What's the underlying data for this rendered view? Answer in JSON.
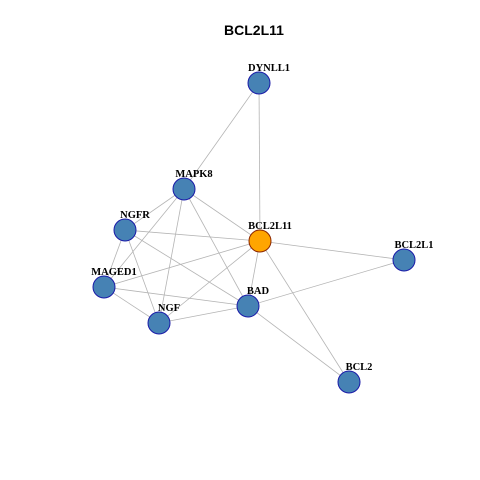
{
  "title": "BCL2L11",
  "colors": {
    "node_fill": "#4682b4",
    "node_stroke": "#1a1aa8",
    "center_fill": "#ffa500",
    "center_stroke": "#8b2500",
    "edge": "#b4b4b4"
  },
  "nodes": [
    {
      "id": "DYNLL1",
      "label": "DYNLL1",
      "center": false
    },
    {
      "id": "MAPK8",
      "label": "MAPK8",
      "center": false
    },
    {
      "id": "NGFR",
      "label": "NGFR",
      "center": false
    },
    {
      "id": "BCL2L11",
      "label": "BCL2L11",
      "center": true
    },
    {
      "id": "BCL2L1",
      "label": "BCL2L1",
      "center": false
    },
    {
      "id": "MAGED1",
      "label": "MAGED1",
      "center": false
    },
    {
      "id": "BAD",
      "label": "BAD",
      "center": false
    },
    {
      "id": "NGF",
      "label": "NGF",
      "center": false
    },
    {
      "id": "BCL2",
      "label": "BCL2",
      "center": false
    }
  ],
  "edges": [
    [
      "DYNLL1",
      "MAPK8"
    ],
    [
      "DYNLL1",
      "BCL2L11"
    ],
    [
      "MAPK8",
      "NGFR"
    ],
    [
      "MAPK8",
      "BCL2L11"
    ],
    [
      "MAPK8",
      "MAGED1"
    ],
    [
      "MAPK8",
      "BAD"
    ],
    [
      "MAPK8",
      "NGF"
    ],
    [
      "NGFR",
      "BCL2L11"
    ],
    [
      "NGFR",
      "MAGED1"
    ],
    [
      "NGFR",
      "BAD"
    ],
    [
      "NGFR",
      "NGF"
    ],
    [
      "BCL2L11",
      "BCL2L1"
    ],
    [
      "BCL2L11",
      "MAGED1"
    ],
    [
      "BCL2L11",
      "BAD"
    ],
    [
      "BCL2L11",
      "NGF"
    ],
    [
      "BCL2L11",
      "BCL2"
    ],
    [
      "BCL2L1",
      "BAD"
    ],
    [
      "MAGED1",
      "BAD"
    ],
    [
      "MAGED1",
      "NGF"
    ],
    [
      "BAD",
      "NGF"
    ],
    [
      "BAD",
      "BCL2"
    ]
  ]
}
